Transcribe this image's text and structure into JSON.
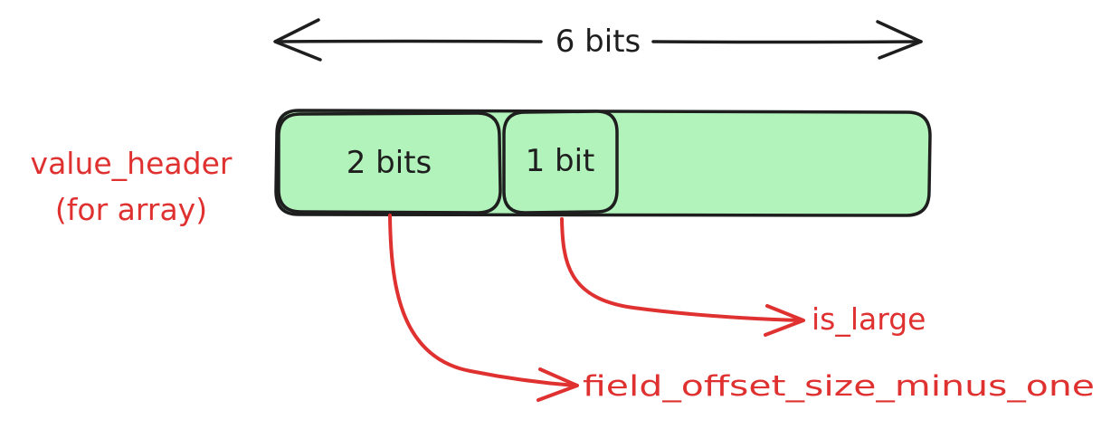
{
  "width_label": "6 bits",
  "row_label": {
    "line1": "value_header",
    "line2": "(for array)"
  },
  "fields": [
    {
      "label": "2 bits"
    },
    {
      "label": "1 bit"
    }
  ],
  "annotations": {
    "is_large": "is_large",
    "field_offset": "field_offset_size_minus_one"
  },
  "colors": {
    "box_fill": "#b2f2bb",
    "stroke": "#1e1e1e",
    "annotation": "#e03131"
  }
}
